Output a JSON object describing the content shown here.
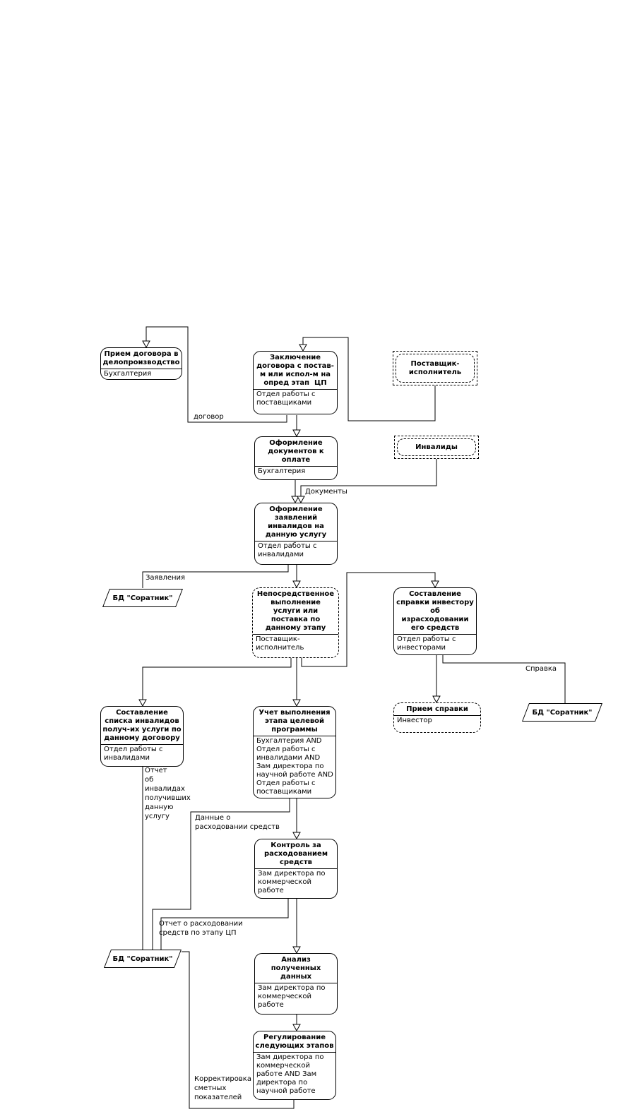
{
  "diagram": {
    "nodes": {
      "priem_dogovora": {
        "title": "Прием договора в\nделопроизводство",
        "performer": "Бухгалтерия"
      },
      "zakljuchenie": {
        "title": "Заключение\nдоговора с постав-\nм или испол-м на\nопред этап  ЦП",
        "performer": "Отдел работы с\nпоставщиками"
      },
      "oformlenie_dok": {
        "title": "Оформление\nдокументов к\nоплате",
        "performer": "Бухгалтерия"
      },
      "oformlenie_zajav": {
        "title": "Оформление\nзаявлений\nинвалидов на\nданную услугу",
        "performer": "Отдел работы с\nинвалидами"
      },
      "neposredstvennoe": {
        "title": "Непосредственное\nвыполнение\nуслуги или\nпоставка по\nданному этапу",
        "performer": "Поставщик-\nисполнитель"
      },
      "spravka_investoru": {
        "title": "Составление\nсправки инвестору\nоб\nизрасходовании\nего средств",
        "performer": "Отдел работы с\nинвесторами"
      },
      "priem_spravki": {
        "title": "Прием справки",
        "performer": "Инвестор"
      },
      "spisok_invalidov": {
        "title": "Составление\nсписка инвалидов\nполуч-их услуги по\nданному договору",
        "performer": "Отдел работы с\nинвалидами"
      },
      "uchet": {
        "title": "Учет выполнения\nэтапа целевой\nпрограммы",
        "performer": "Бухгалтерия AND\nОтдел работы с\nинвалидами AND\nЗам директора по\nнаучной работе AND\nОтдел работы с\nпоставщиками"
      },
      "kontrol": {
        "title": "Контроль за\nрасходованием\nсредств",
        "performer": "Зам директора по\nкоммерческой\nработе"
      },
      "analiz": {
        "title": "Анализ\nполученных\nданных",
        "performer": "Зам директора по\nкоммерческой\nработе"
      },
      "regulirovanie": {
        "title": "Регулирование\nследующих этапов",
        "performer": "Зам директора по\nкоммерческой\nработе AND Зам\nдиректора по\nнаучной работе"
      }
    },
    "externals": {
      "postavshik": {
        "label": "Поставщик-\nисполнитель"
      },
      "invalidy": {
        "label": "Инвалиды"
      }
    },
    "datastore_label": "БД \"Соратник\"",
    "edge_labels": {
      "dogovor": "договор",
      "dokumenty": "Документы",
      "zajavlenija": "Заявления",
      "spravka": "Справка",
      "otchet_invalidy": "Отчет\nоб\nинвалидах\nполучивших\nданную\nуслугу",
      "dannye": "Данные о\nрасходовании средств",
      "otchet_rashod": "Отчет о расходовании\nсредств по этапу ЦП",
      "korrektirovka": "Корректировка\nсметных\nпоказателей"
    },
    "colors": {
      "line": "#000000",
      "box_bg": "#ffffff",
      "text": "#000000"
    }
  }
}
